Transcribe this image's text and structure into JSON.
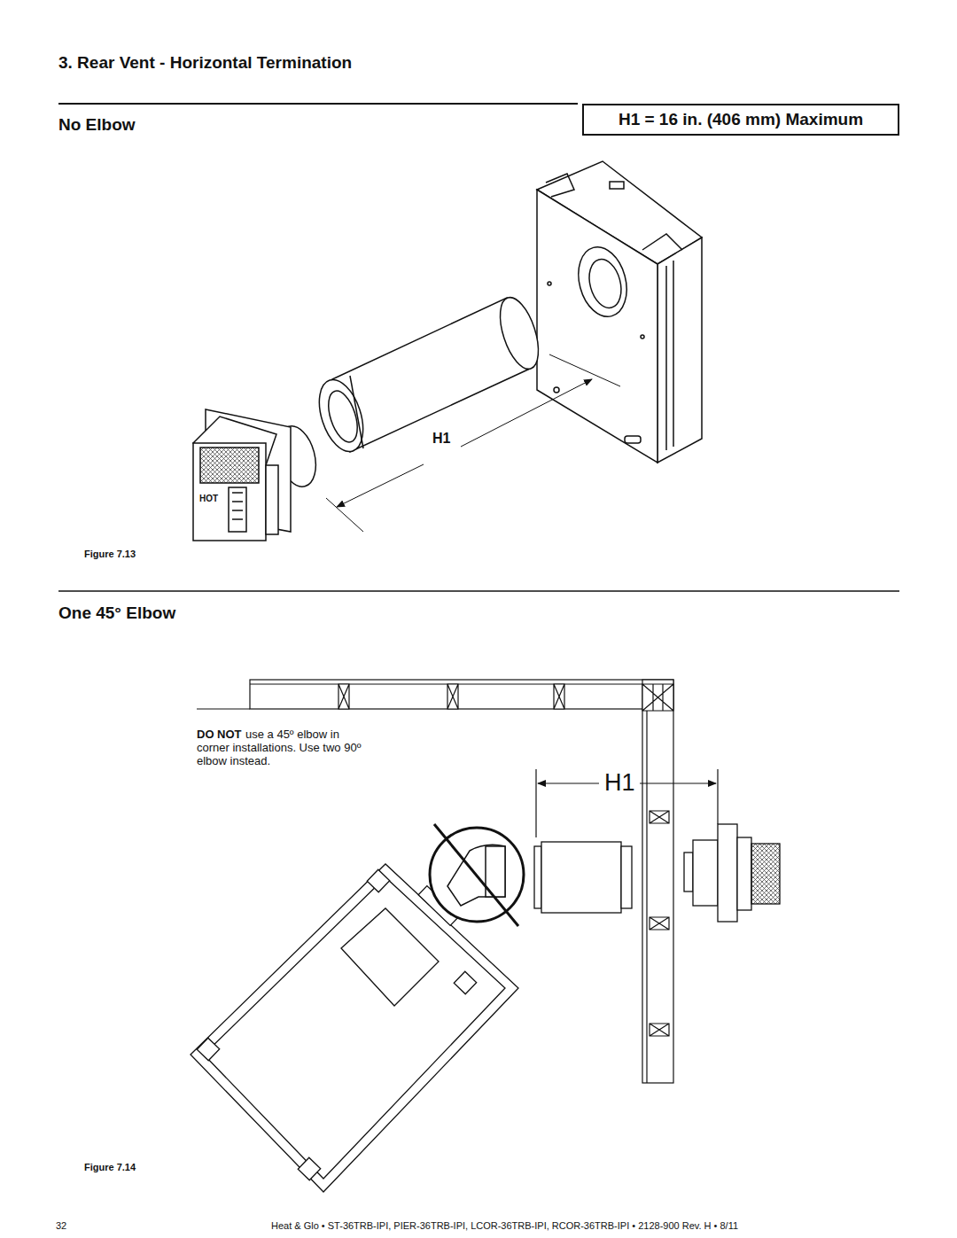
{
  "diagram": {
    "title": "3. Rear Vent - Horizontal Termination",
    "nodes": [
      {
        "text": [
          "H1 = 16 in. (406 mm) Maximum"
        ]
      }
    ],
    "edges": [],
    "labels": [
      "No Elbow",
      "H1",
      "HOT",
      "Figure 7.13",
      "One 45° Elbow",
      "DO NOT",
      "use a 45º elbow in corner installations. Use two 90º elbow instead.",
      "H1",
      "Figure 7.14",
      "32",
      "Heat & Glo • ST-36TRB-IPI, PIER-36TRB-IPI, LCOR-36TRB-IPI, RCOR-36TRB-IPI • 2128-900 Rev. H • 8/11"
    ]
  }
}
